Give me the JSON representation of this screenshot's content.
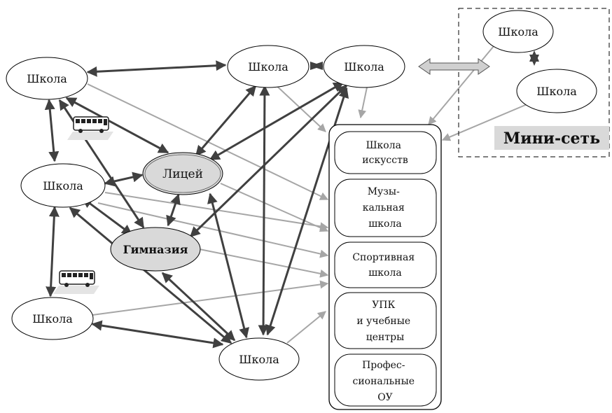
{
  "colors": {
    "dark_arrow": "#404040",
    "light_arrow": "#a6a6a6",
    "highlight_fill": "#d9d9d9",
    "node_fill": "#ffffff"
  },
  "nodes": {
    "school_top_left": "Школа",
    "school_top_mid": "Школа",
    "school_top_right": "Школа",
    "school_mid_left": "Школа",
    "school_bottom_left": "Школа",
    "school_bottom_mid": "Школа",
    "lyceum": "Лицей",
    "gymnasium": "Гимназия"
  },
  "mini_network": {
    "school_a": "Школа",
    "school_b": "Школа",
    "label": "Мини-сеть"
  },
  "institutions": [
    {
      "lines": [
        "Школа",
        "искусств"
      ]
    },
    {
      "lines": [
        "Музы-",
        "кальная",
        "школа"
      ]
    },
    {
      "lines": [
        "Спортивная",
        "школа"
      ]
    },
    {
      "lines": [
        "УПК",
        "и учебные",
        "центры"
      ]
    },
    {
      "lines": [
        "Профес-",
        "сиональные",
        "ОУ"
      ]
    }
  ],
  "icons": {
    "bus_top": "bus-icon",
    "bus_bottom": "bus-icon"
  }
}
